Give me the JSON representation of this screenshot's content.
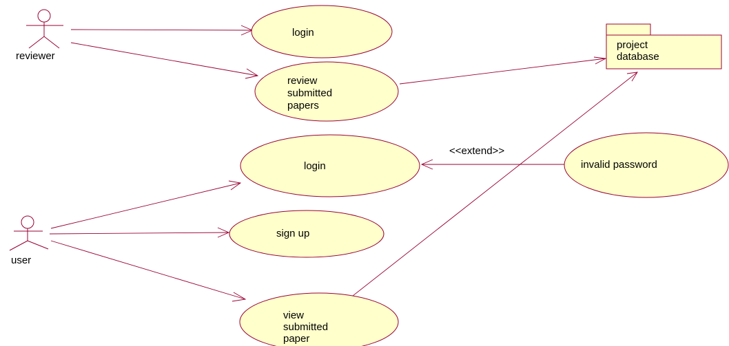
{
  "diagram": {
    "actors": {
      "reviewer": {
        "label": "reviewer"
      },
      "user": {
        "label": "user"
      }
    },
    "use_cases": {
      "reviewer_login": {
        "label": "login"
      },
      "review_papers": {
        "lines": [
          "review",
          "submitted",
          "papers"
        ]
      },
      "user_login": {
        "label": "login"
      },
      "sign_up": {
        "label": "sign up"
      },
      "view_paper": {
        "lines": [
          "view",
          "submitted",
          "paper"
        ]
      },
      "invalid_password": {
        "label": "invalid password"
      }
    },
    "package": {
      "lines": [
        "project",
        "database"
      ]
    },
    "stereotype": {
      "extend": "<<extend>>"
    },
    "colors": {
      "use_case_fill": "#ffffcc",
      "line": "#990033",
      "text": "#000000"
    }
  }
}
